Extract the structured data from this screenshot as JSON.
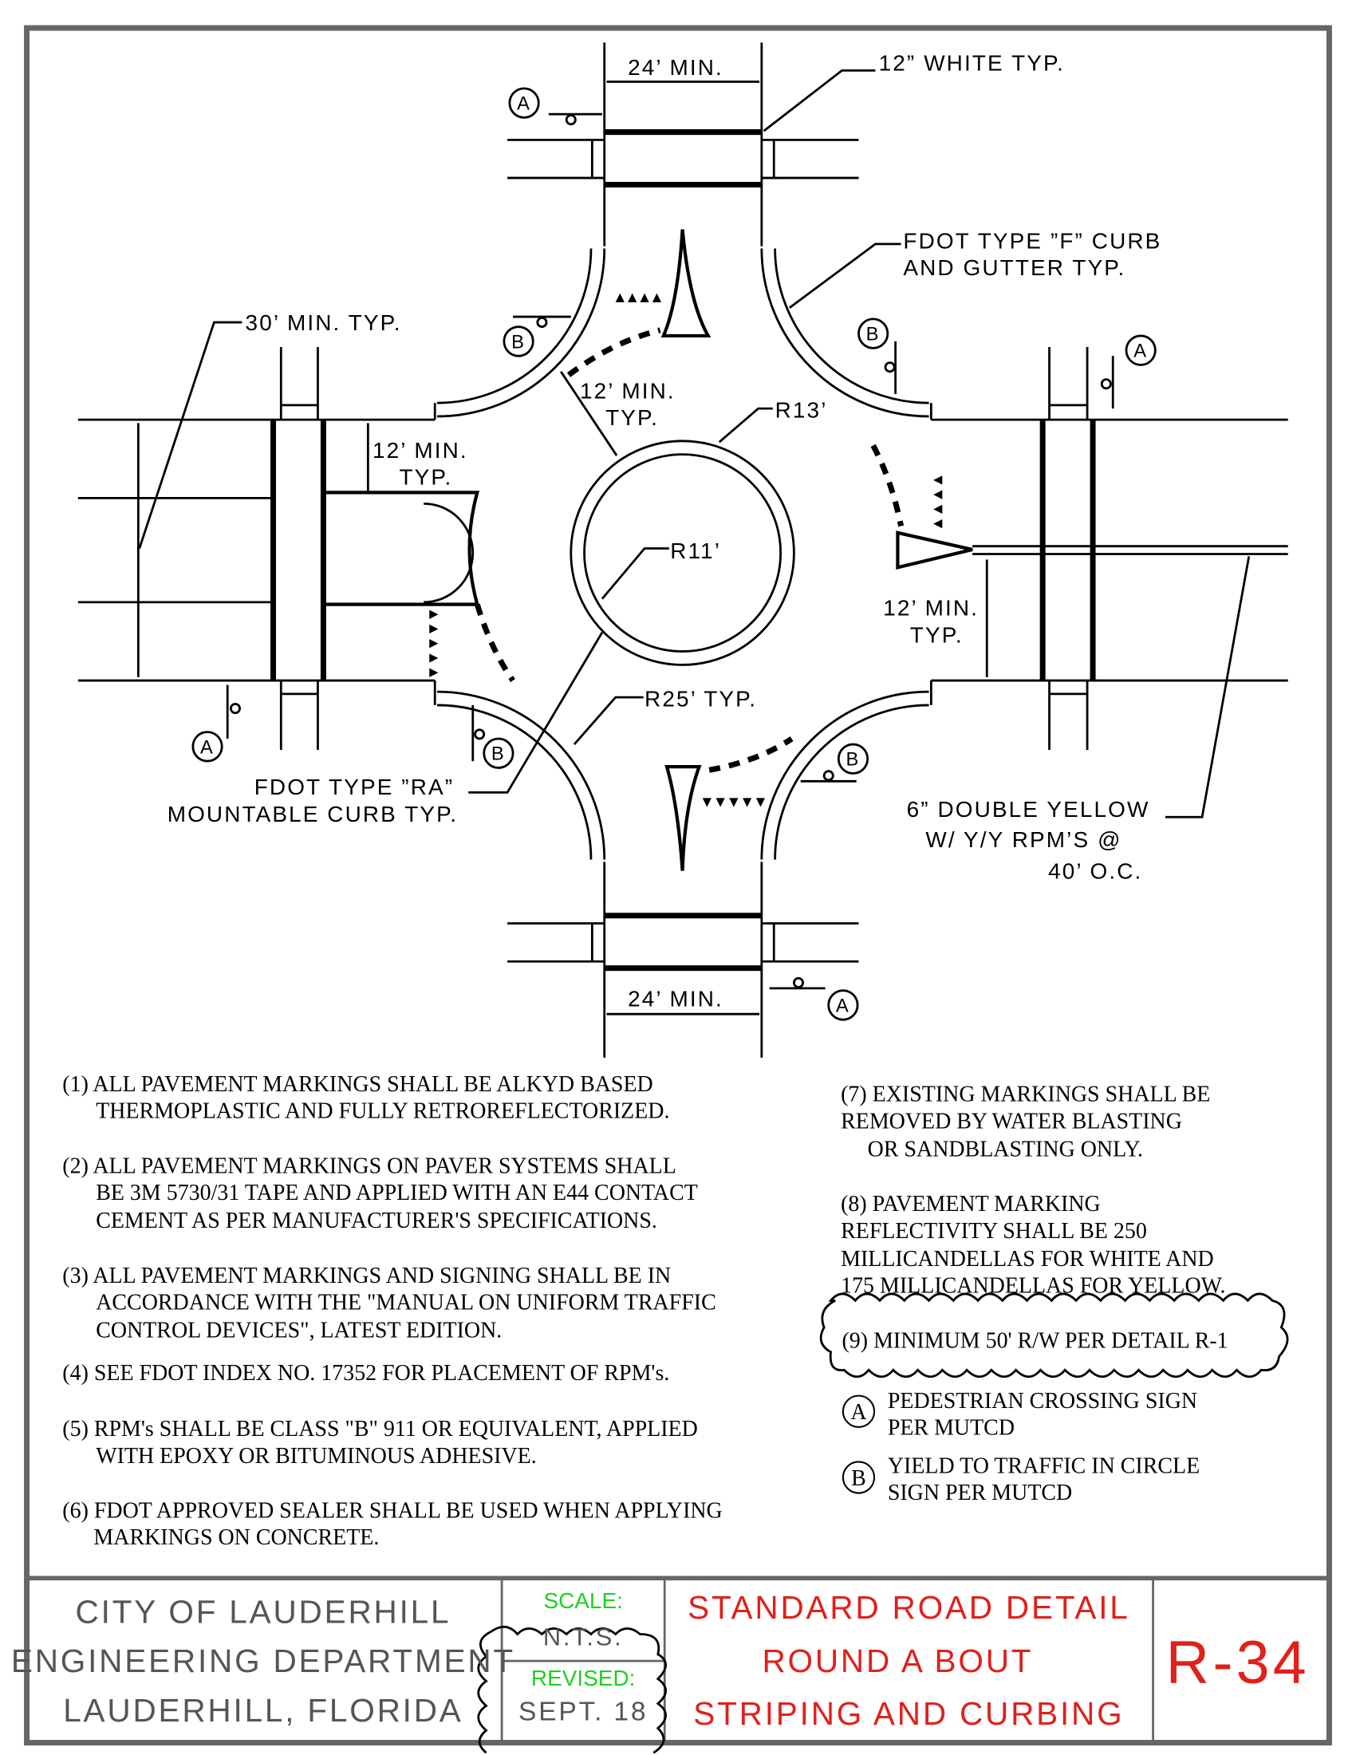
{
  "drawing": {
    "dim_top": "24’ MIN.",
    "dim_bottom": "24’ MIN.",
    "white_typ": "12” WHITE TYP.",
    "curb_f_line1": "FDOT TYPE ”F” CURB",
    "curb_f_line2": "AND GUTTER TYP.",
    "min30": "30’ MIN. TYP.",
    "min12_a1": "12’ MIN.",
    "min12_a2": "TYP.",
    "min12_b1": "12’ MIN.",
    "min12_b2": "TYP.",
    "min12_c1": "12’ MIN.",
    "min12_c2": "TYP.",
    "r13": "R13’",
    "r11": "R11’",
    "r25": "R25’ TYP.",
    "ra_line1": "FDOT TYPE ”RA”",
    "ra_line2": "MOUNTABLE CURB TYP.",
    "yellow_line1": "6” DOUBLE YELLOW",
    "yellow_line2": "W/ Y/Y RPM’S @",
    "yellow_line3": "40’ O.C.",
    "sign_a": "A",
    "sign_b": "B"
  },
  "notes": {
    "n1": [
      "(1)  ALL PAVEMENT MARKINGS SHALL BE ALKYD BASED",
      "THERMOPLASTIC AND FULLY RETROREFLECTORIZED."
    ],
    "n2": [
      "(2)  ALL PAVEMENT MARKINGS ON PAVER SYSTEMS SHALL",
      "BE 3M 5730/31 TAPE AND APPLIED WITH AN E44 CONTACT",
      "CEMENT AS PER MANUFACTURER'S SPECIFICATIONS."
    ],
    "n3": [
      "(3)  ALL PAVEMENT MARKINGS AND SIGNING SHALL BE IN",
      "ACCORDANCE WITH THE \"MANUAL ON UNIFORM TRAFFIC",
      "CONTROL DEVICES\", LATEST EDITION."
    ],
    "n4": [
      "(4)  SEE FDOT INDEX NO. 17352 FOR PLACEMENT OF RPM's."
    ],
    "n5": [
      "(5)  RPM's SHALL BE CLASS \"B\" 911 OR EQUIVALENT, APPLIED",
      "WITH EPOXY OR BITUMINOUS ADHESIVE."
    ],
    "n6": [
      "(6)  FDOT APPROVED SEALER SHALL BE USED WHEN APPLYING",
      "MARKINGS ON CONCRETE."
    ],
    "n7": [
      "(7)  EXISTING MARKINGS SHALL BE",
      "REMOVED BY WATER BLASTING",
      "OR SANDBLASTING ONLY."
    ],
    "n8": [
      "(8)  PAVEMENT MARKING",
      "REFLECTIVITY SHALL BE 250",
      "MILLICANDELLAS FOR WHITE AND",
      "175 MILLICANDELLAS FOR YELLOW."
    ],
    "n9": "(9) MINIMUM 50' R/W PER DETAIL R-1",
    "legend_a": [
      "PEDESTRIAN CROSSING SIGN",
      "PER MUTCD"
    ],
    "legend_b": [
      "YIELD TO TRAFFIC IN CIRCLE",
      "SIGN PER MUTCD"
    ]
  },
  "title_block": {
    "agency1": "CITY OF LAUDERHILL",
    "agency2": "ENGINEERING DEPARTMENT",
    "agency3": "LAUDERHILL, FLORIDA",
    "scale_label": "SCALE:",
    "scale_value": "N.T.S.",
    "revised_label": "REVISED:",
    "revised_value": "SEPT. 18",
    "title1": "STANDARD ROAD DETAIL",
    "title2": "ROUND A BOUT",
    "title3": "STRIPING AND CURBING",
    "sheet_no": "R-34"
  },
  "colors": {
    "red": "#e0201a",
    "green": "#1fd01f",
    "gray": "#555555",
    "border": "#666666"
  }
}
